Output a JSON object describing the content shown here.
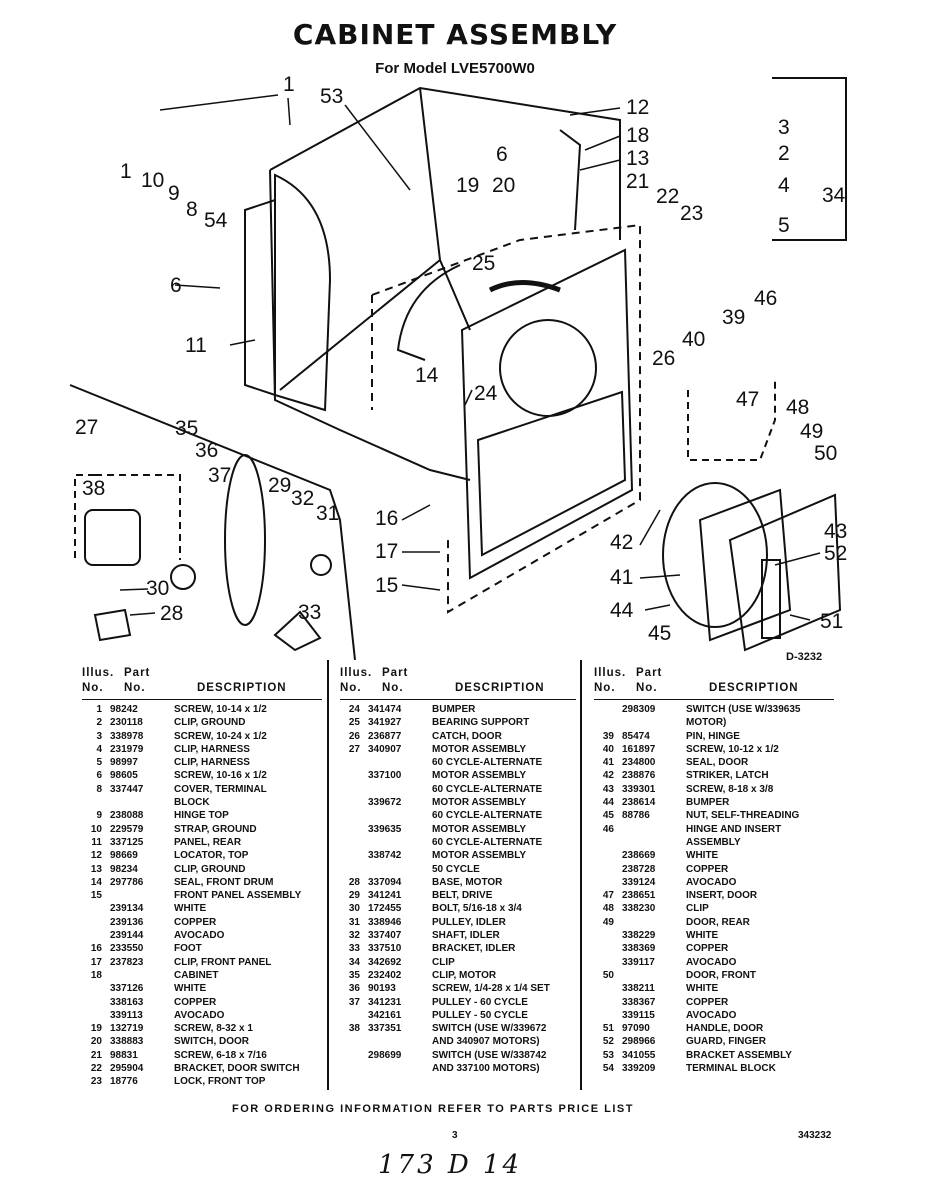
{
  "header": {
    "title": "CABINET ASSEMBLY",
    "subtitle": "For Model LVE5700W0"
  },
  "diagram": {
    "drawing_id": "D-3232",
    "callouts": [
      "1",
      "53",
      "12",
      "18",
      "13",
      "21",
      "22",
      "23",
      "6",
      "19",
      "20",
      "10",
      "9",
      "8",
      "54",
      "3",
      "2",
      "4",
      "34",
      "5",
      "25",
      "14",
      "11",
      "24",
      "27",
      "35",
      "36",
      "37",
      "29",
      "32",
      "31",
      "38",
      "16",
      "17",
      "15",
      "30",
      "28",
      "33",
      "26",
      "40",
      "39",
      "46",
      "47",
      "48",
      "49",
      "50",
      "43",
      "42",
      "41",
      "52",
      "44",
      "45",
      "51"
    ]
  },
  "parts_table": {
    "headers": {
      "illus": "Illus.",
      "part": "Part",
      "no": "No.",
      "no2": "No.",
      "description": "DESCRIPTION"
    },
    "columns": [
      [
        [
          "1",
          "98242",
          "SCREW, 10-14 x 1/2"
        ],
        [
          "2",
          "230118",
          "CLIP, GROUND"
        ],
        [
          "3",
          "338978",
          "SCREW, 10-24 x 1/2"
        ],
        [
          "4",
          "231979",
          "CLIP, HARNESS"
        ],
        [
          "5",
          "98997",
          "CLIP, HARNESS"
        ],
        [
          "6",
          "98605",
          "SCREW, 10-16 x 1/2"
        ],
        [
          "8",
          "337447",
          "COVER, TERMINAL"
        ],
        [
          "",
          "",
          "BLOCK"
        ],
        [
          "9",
          "238088",
          "HINGE TOP"
        ],
        [
          "10",
          "229579",
          "STRAP, GROUND"
        ],
        [
          "11",
          "337125",
          "PANEL, REAR"
        ],
        [
          "12",
          "98669",
          "LOCATOR, TOP"
        ],
        [
          "13",
          "98234",
          "CLIP, GROUND"
        ],
        [
          "14",
          "297786",
          "SEAL, FRONT DRUM"
        ],
        [
          "15",
          "",
          "FRONT PANEL ASSEMBLY"
        ],
        [
          "",
          "239134",
          "WHITE"
        ],
        [
          "",
          "239136",
          "COPPER"
        ],
        [
          "",
          "239144",
          "AVOCADO"
        ],
        [
          "16",
          "233550",
          "FOOT"
        ],
        [
          "17",
          "237823",
          "CLIP, FRONT PANEL"
        ],
        [
          "18",
          "",
          "CABINET"
        ],
        [
          "",
          "337126",
          "WHITE"
        ],
        [
          "",
          "338163",
          "COPPER"
        ],
        [
          "",
          "339113",
          "AVOCADO"
        ],
        [
          "19",
          "132719",
          "SCREW, 8-32 x 1"
        ],
        [
          "20",
          "338883",
          "SWITCH, DOOR"
        ],
        [
          "21",
          "98831",
          "SCREW, 6-18 x 7/16"
        ],
        [
          "22",
          "295904",
          "BRACKET, DOOR SWITCH"
        ],
        [
          "23",
          "18776",
          "LOCK, FRONT TOP"
        ]
      ],
      [
        [
          "24",
          "341474",
          "BUMPER"
        ],
        [
          "25",
          "341927",
          "BEARING SUPPORT"
        ],
        [
          "26",
          "236877",
          "CATCH, DOOR"
        ],
        [
          "27",
          "340907",
          "MOTOR ASSEMBLY"
        ],
        [
          "",
          "",
          "60 CYCLE-ALTERNATE"
        ],
        [
          "",
          "337100",
          "MOTOR ASSEMBLY"
        ],
        [
          "",
          "",
          "60 CYCLE-ALTERNATE"
        ],
        [
          "",
          "339672",
          "MOTOR ASSEMBLY"
        ],
        [
          "",
          "",
          "60 CYCLE-ALTERNATE"
        ],
        [
          "",
          "339635",
          "MOTOR ASSEMBLY"
        ],
        [
          "",
          "",
          "60 CYCLE-ALTERNATE"
        ],
        [
          "",
          "338742",
          "MOTOR ASSEMBLY"
        ],
        [
          "",
          "",
          "50 CYCLE"
        ],
        [
          "28",
          "337094",
          "BASE, MOTOR"
        ],
        [
          "29",
          "341241",
          "BELT, DRIVE"
        ],
        [
          "30",
          "172455",
          "BOLT, 5/16-18 x 3/4"
        ],
        [
          "31",
          "338946",
          "PULLEY, IDLER"
        ],
        [
          "32",
          "337407",
          "SHAFT, IDLER"
        ],
        [
          "33",
          "337510",
          "BRACKET, IDLER"
        ],
        [
          "34",
          "342692",
          "CLIP"
        ],
        [
          "35",
          "232402",
          "CLIP, MOTOR"
        ],
        [
          "36",
          "90193",
          "SCREW, 1/4-28 x 1/4 SET"
        ],
        [
          "37",
          "341231",
          "PULLEY - 60 CYCLE"
        ],
        [
          "",
          "342161",
          "PULLEY - 50 CYCLE"
        ],
        [
          "38",
          "337351",
          "SWITCH (USE W/339672"
        ],
        [
          "",
          "",
          "AND 340907 MOTORS)"
        ],
        [
          "",
          "298699",
          "SWITCH (USE W/338742"
        ],
        [
          "",
          "",
          "AND 337100 MOTORS)"
        ]
      ],
      [
        [
          "",
          "298309",
          "SWITCH (USE W/339635"
        ],
        [
          "",
          "",
          "MOTOR)"
        ],
        [
          "39",
          "85474",
          "PIN, HINGE"
        ],
        [
          "40",
          "161897",
          "SCREW, 10-12 x 1/2"
        ],
        [
          "41",
          "234800",
          "SEAL, DOOR"
        ],
        [
          "42",
          "238876",
          "STRIKER, LATCH"
        ],
        [
          "43",
          "339301",
          "SCREW, 8-18 x 3/8"
        ],
        [
          "44",
          "238614",
          "BUMPER"
        ],
        [
          "45",
          "88786",
          "NUT, SELF-THREADING"
        ],
        [
          "46",
          "",
          "HINGE AND INSERT"
        ],
        [
          "",
          "",
          "ASSEMBLY"
        ],
        [
          "",
          "238669",
          "WHITE"
        ],
        [
          "",
          "238728",
          "COPPER"
        ],
        [
          "",
          "339124",
          "AVOCADO"
        ],
        [
          "47",
          "238651",
          "INSERT, DOOR"
        ],
        [
          "48",
          "338230",
          "CLIP"
        ],
        [
          "49",
          "",
          "DOOR, REAR"
        ],
        [
          "",
          "338229",
          "WHITE"
        ],
        [
          "",
          "338369",
          "COPPER"
        ],
        [
          "",
          "339117",
          "AVOCADO"
        ],
        [
          "50",
          "",
          "DOOR, FRONT"
        ],
        [
          "",
          "338211",
          "WHITE"
        ],
        [
          "",
          "338367",
          "COPPER"
        ],
        [
          "",
          "339115",
          "AVOCADO"
        ],
        [
          "51",
          "97090",
          "HANDLE, DOOR"
        ],
        [
          "52",
          "298966",
          "GUARD, FINGER"
        ],
        [
          "53",
          "341055",
          "BRACKET ASSEMBLY"
        ],
        [
          "54",
          "339209",
          "TERMINAL BLOCK"
        ]
      ]
    ]
  },
  "footer": {
    "ordering_note": "FOR ORDERING INFORMATION REFER TO PARTS PRICE LIST",
    "page_number": "3",
    "doc_number": "343232",
    "handwritten": "173 D 14"
  }
}
